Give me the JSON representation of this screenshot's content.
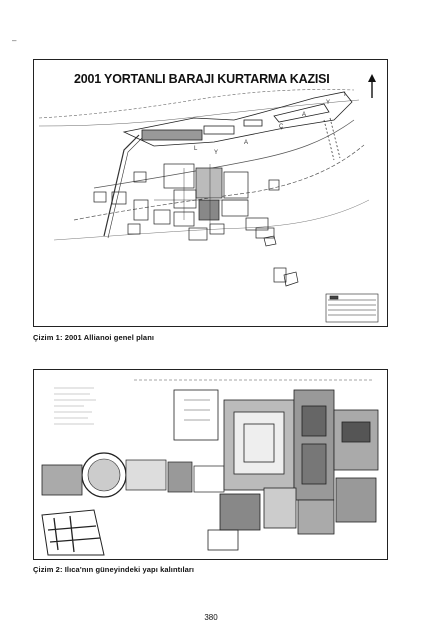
{
  "figures": [
    {
      "title": "2001 YORTANLI BARAJI KURTARMA KAZISI",
      "caption": "Çizim 1: 2001 Allianoi genel planı"
    },
    {
      "caption": "Çizim 2: Ilıca'nın güneyindeki yapı kalıntıları"
    }
  ],
  "page_number": "380",
  "margin_mark": "–"
}
